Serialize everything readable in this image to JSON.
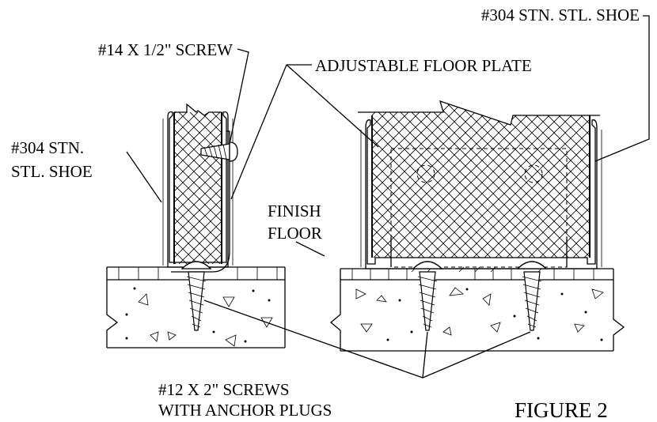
{
  "labels": {
    "shoe_right": "#304 STN. STL. SHOE",
    "screw_small": "#14 X 1/2\" SCREW",
    "floor_plate": "ADJUSTABLE FLOOR PLATE",
    "shoe_left_line1": "#304 STN.",
    "shoe_left_line2": "STL. SHOE",
    "finish_floor_line1": "FINISH",
    "finish_floor_line2": "FLOOR",
    "anchor_screws_line1": "#12 X 2\" SCREWS",
    "anchor_screws_line2": "WITH ANCHOR PLUGS"
  },
  "figure_label": "FIGURE 2",
  "colors": {
    "ink": "#000000",
    "background": "#ffffff"
  }
}
